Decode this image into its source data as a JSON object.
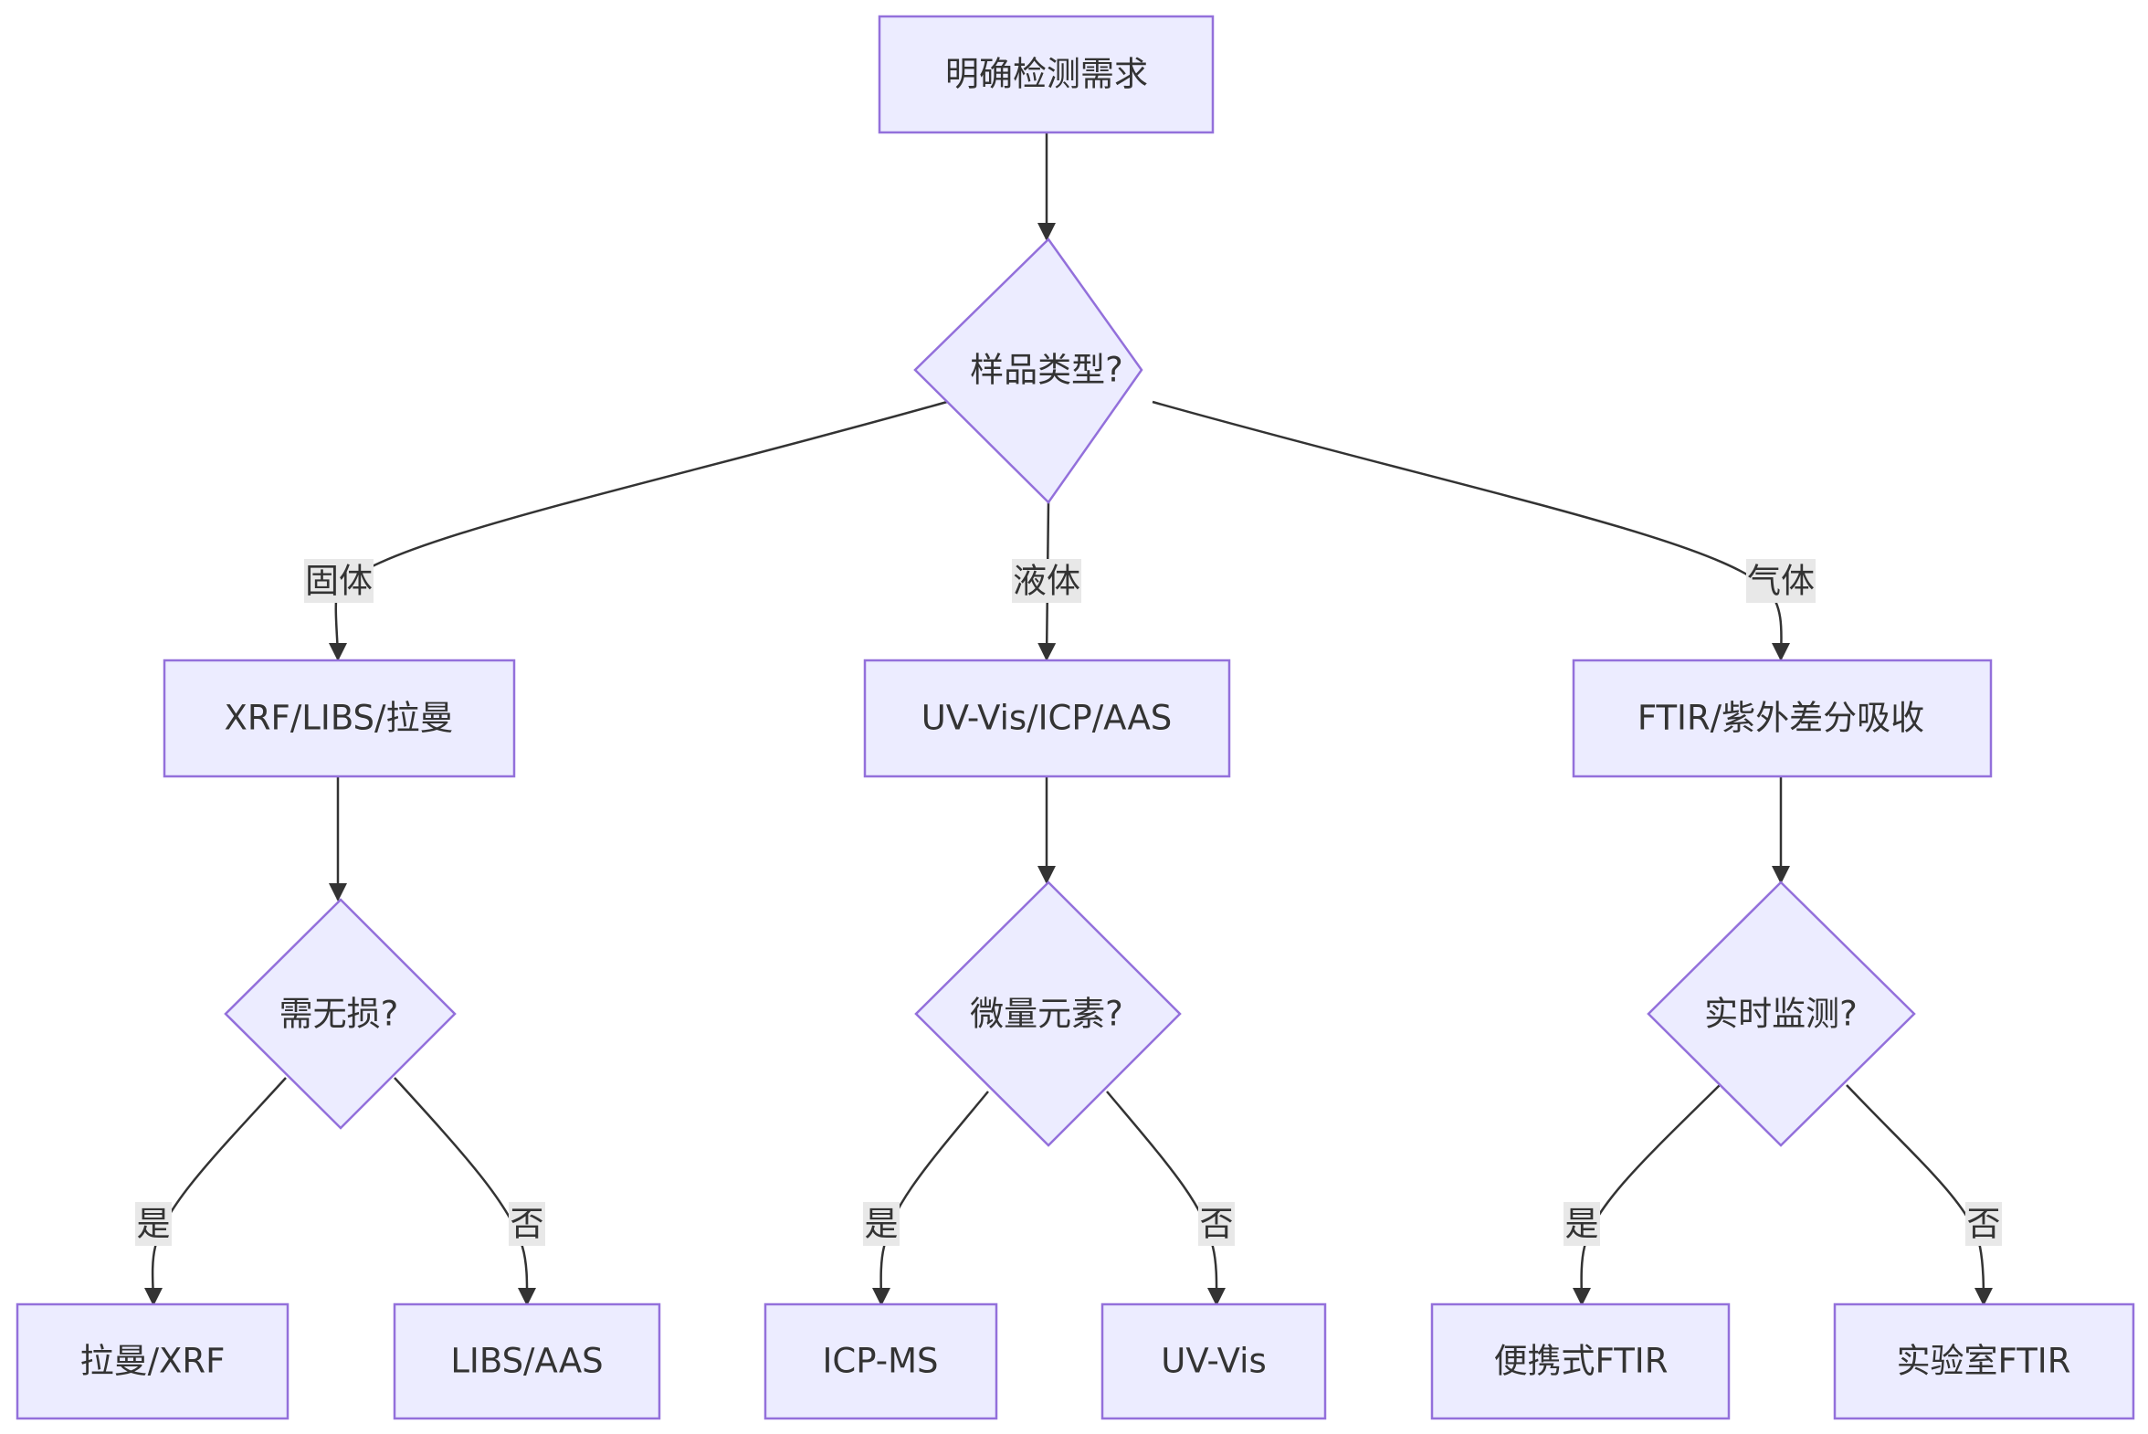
{
  "colors": {
    "node_fill": "#ececff",
    "node_stroke": "#9370db",
    "edge": "#333333",
    "label_bg": "#e8e8e8",
    "text": "#333333"
  },
  "nodes": {
    "start": "明确检测需求",
    "sample_type": "样品类型?",
    "solid_methods": "XRF/LIBS/拉曼",
    "liquid_methods": "UV-Vis/ICP/AAS",
    "gas_methods": "FTIR/紫外差分吸收",
    "nondestructive": "需无损?",
    "trace_elements": "微量元素?",
    "realtime": "实时监测?",
    "raman_xrf": "拉曼/XRF",
    "libs_aas": "LIBS/AAS",
    "icp_ms": "ICP-MS",
    "uv_vis": "UV-Vis",
    "portable_ftir": "便携式FTIR",
    "lab_ftir": "实验室FTIR"
  },
  "edge_labels": {
    "solid": "固体",
    "liquid": "液体",
    "gas": "气体",
    "yes_1": "是",
    "no_1": "否",
    "yes_2": "是",
    "no_2": "否",
    "yes_3": "是",
    "no_3": "否"
  }
}
